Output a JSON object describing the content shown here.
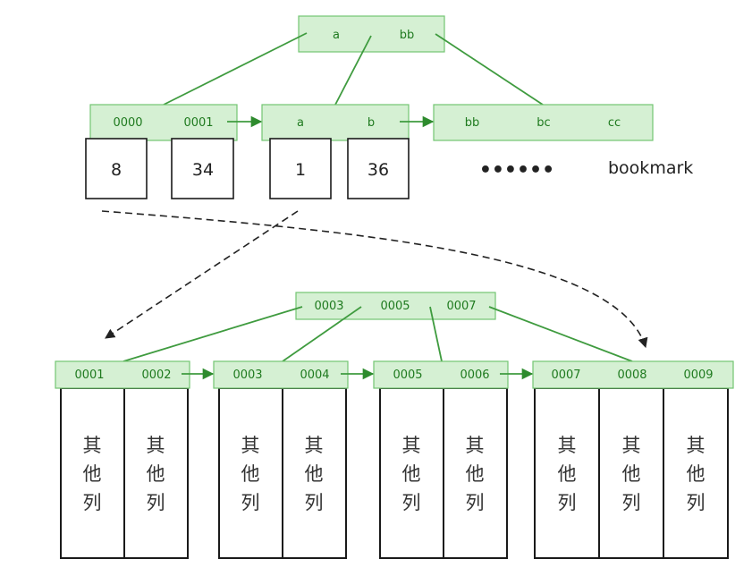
{
  "secondary_index": {
    "root": [
      "a",
      "bb"
    ],
    "leaves": [
      [
        "0000",
        "0001"
      ],
      [
        "a",
        "b"
      ],
      [
        "bb",
        "bc",
        "cc"
      ]
    ],
    "bookmarks": [
      "8",
      "34",
      "1",
      "36"
    ],
    "ellipsis": "••••••",
    "bookmark_label": "bookmark"
  },
  "clustered_index": {
    "root": [
      "0003",
      "0005",
      "0007"
    ],
    "leaves": [
      [
        "0001",
        "0002"
      ],
      [
        "0003",
        "0004"
      ],
      [
        "0005",
        "0006"
      ],
      [
        "0007",
        "0008",
        "0009"
      ]
    ],
    "row_text": [
      "其",
      "他",
      "列"
    ]
  },
  "colors": {
    "node_fill": "#d5f0d3",
    "node_border": "#72c572",
    "node_text": "#1f7a1f",
    "link": "#3f9b3f"
  }
}
